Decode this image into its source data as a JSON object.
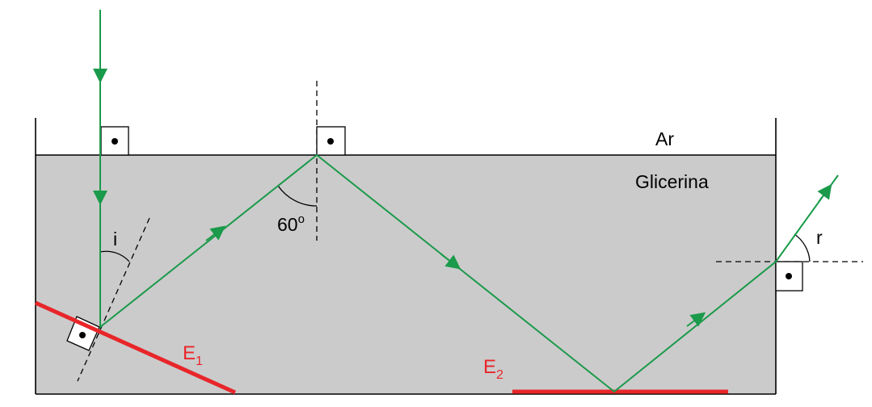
{
  "labels": {
    "air": "Ar",
    "medium": "Glicerina",
    "angle_top": "60",
    "angle_top_sup": "o",
    "angle_i": "i",
    "angle_r": "r",
    "mirror1_letter": "E",
    "mirror1_sub": "1",
    "mirror2_letter": "E",
    "mirror2_sub": "2"
  },
  "colors": {
    "ray": "#1a9a4a",
    "mirror": "#e8262a",
    "glycerin": "#cbcbcb",
    "outline": "#000000"
  }
}
